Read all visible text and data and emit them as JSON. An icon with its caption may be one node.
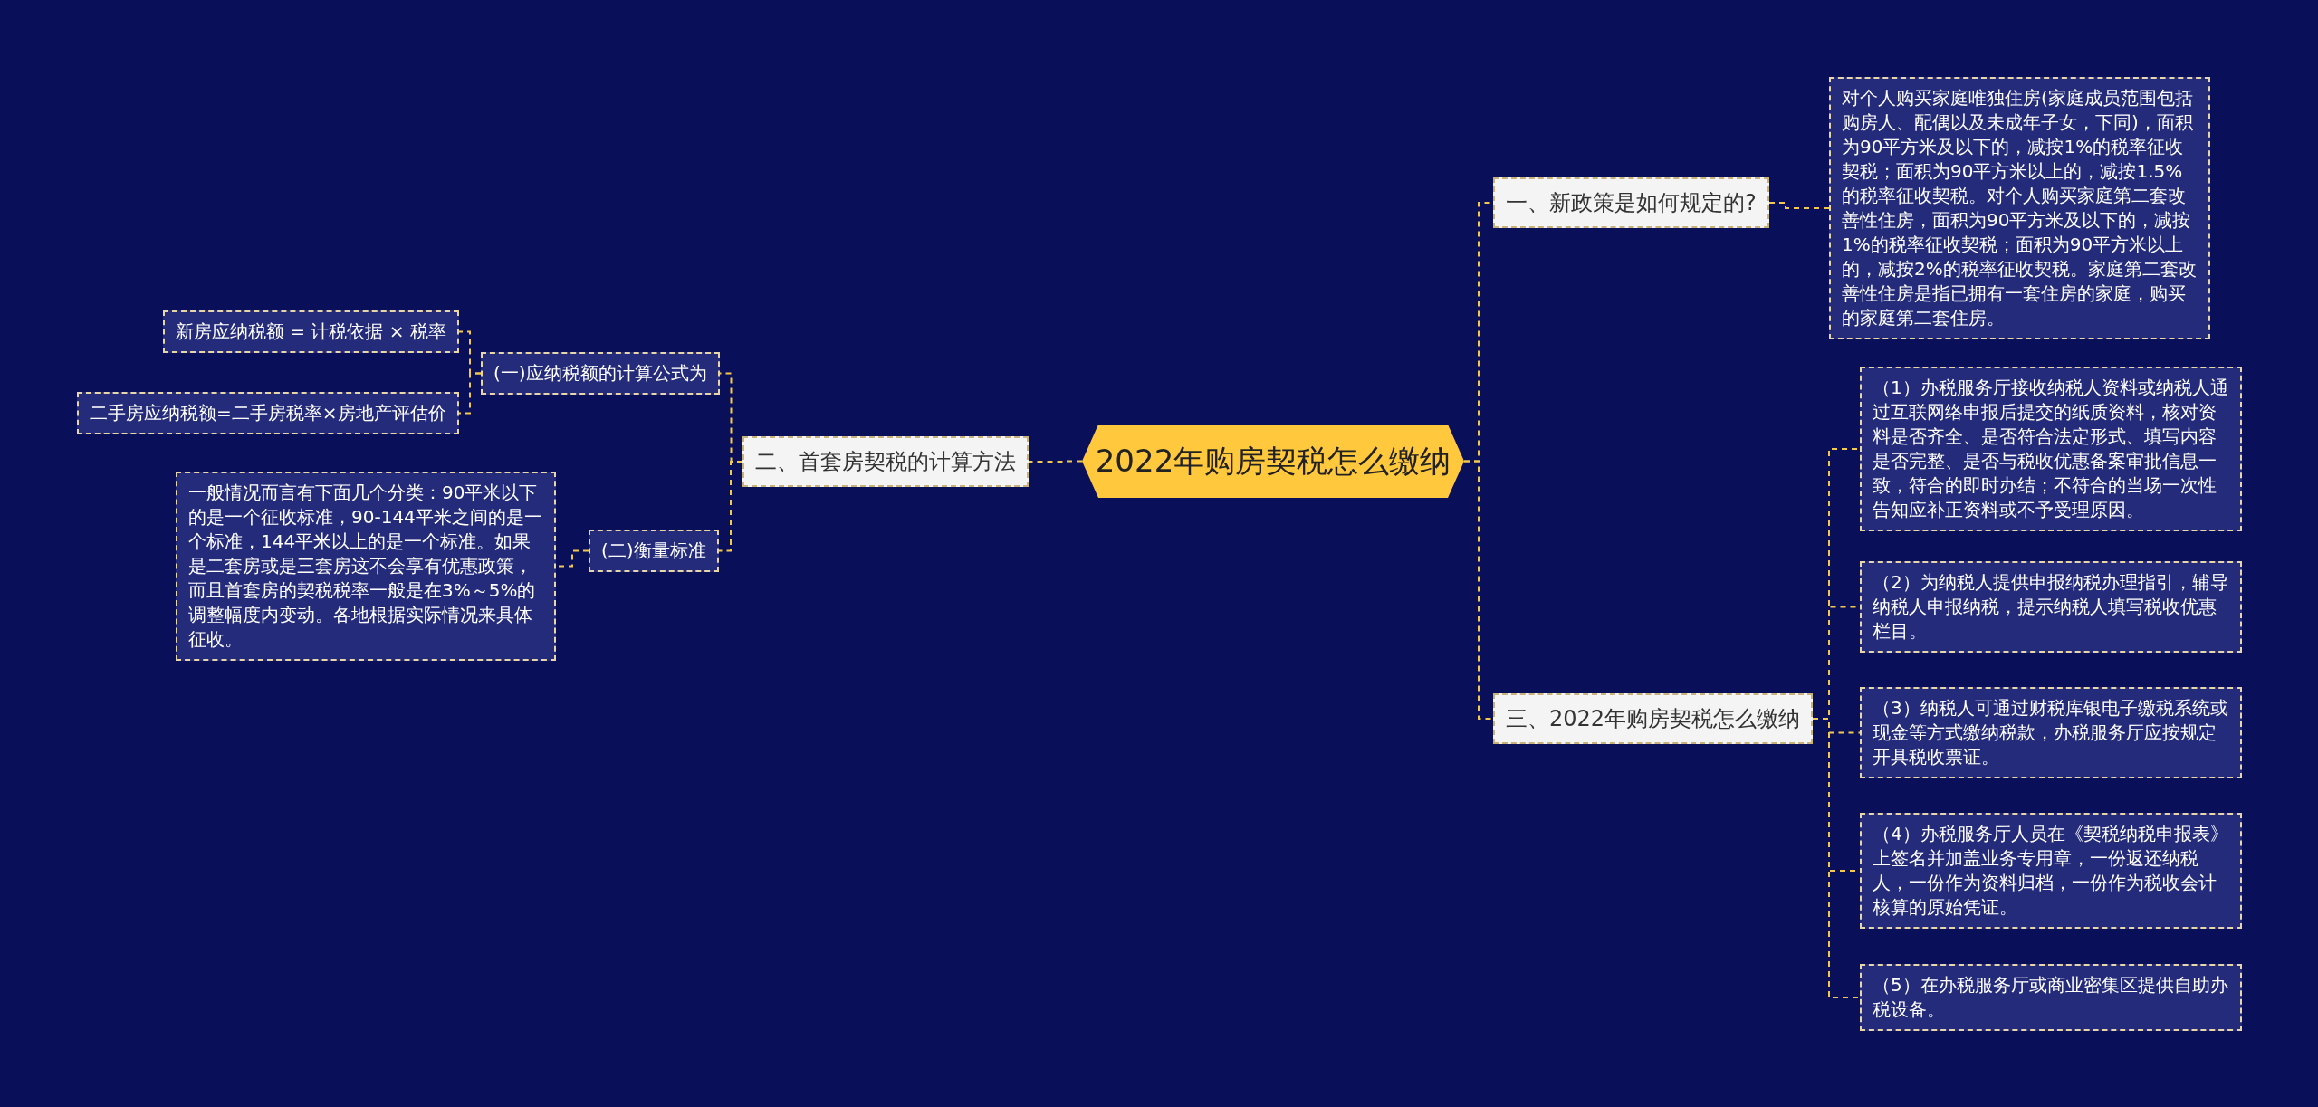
{
  "diagram": {
    "nodes": [
      {
        "text": [
          "2022年购房契税怎么缴纳"
        ]
      },
      {
        "text": [
          "一、新政策是如何规定的?"
        ]
      },
      {
        "text": [
          "对个人购买家庭唯独住房(家庭成员范围包括购房人、配偶以及未成年子女，下同)，面积为90平方米及以下的，减按1%的税率征收契税；面积为90平方米以上的，减按1.5%的税率征收契税。对个人购买家庭第二套改善性住房，面积为90平方米及以下的，减按1%的税率征收契税；面积为90平方米以上的，减按2%的税率征收契税。家庭第二套改善性住房是指已拥有一套住房的家庭，购买的家庭第二套住房。"
        ]
      },
      {
        "text": [
          "二、首套房契税的计算方法"
        ]
      },
      {
        "text": [
          "(一)应纳税额的计算公式为"
        ]
      },
      {
        "text": [
          "新房应纳税额 = 计税依据 × 税率"
        ]
      },
      {
        "text": [
          "二手房应纳税额=二手房税率×房地产评估价"
        ]
      },
      {
        "text": [
          "(二)衡量标准"
        ]
      },
      {
        "text": [
          "一般情况而言有下面几个分类：90平米以下的是一个征收标准，90-144平米之间的是一个标准，144平米以上的是一个标准。如果是二套房或是三套房这不会享有优惠政策，而且首套房的契税税率一般是在3%～5%的调整幅度内变动。各地根据实际情况来具体征收。"
        ]
      },
      {
        "text": [
          "三、2022年购房契税怎么缴纳"
        ]
      },
      {
        "text": [
          "（1）办税服务厅接收纳税人资料或纳税人通过互联网络申报后提交的纸质资料，核对资料是否齐全、是否符合法定形式、填写内容是否完整、是否与税收优惠备案审批信息一致，符合的即时办结；不符合的当场一次性告知应补正资料或不予受理原因。"
        ]
      },
      {
        "text": [
          "（2）为纳税人提供申报纳税办理指引，辅导纳税人申报纳税，提示纳税人填写税收优惠栏目。"
        ]
      },
      {
        "text": [
          "（3）纳税人可通过财税库银电子缴税系统或现金等方式缴纳税款，办税服务厅应按规定开具税收票证。"
        ]
      },
      {
        "text": [
          "（4）办税服务厅人员在《契税纳税申报表》上签名并加盖业务专用章，一份返还纳税人，一份作为资料归档，一份作为税收会计核算的原始凭证。"
        ]
      },
      {
        "text": [
          "（5）在办税服务厅或商业密集区提供自助办税设备。"
        ]
      }
    ],
    "edges": [
      {
        "from": 0,
        "to": 1,
        "arrow": "none"
      },
      {
        "from": 1,
        "to": 2,
        "arrow": "none"
      },
      {
        "from": 0,
        "to": 3,
        "arrow": "none"
      },
      {
        "from": 3,
        "to": 4,
        "arrow": "none"
      },
      {
        "from": 4,
        "to": 5,
        "arrow": "none"
      },
      {
        "from": 4,
        "to": 6,
        "arrow": "none"
      },
      {
        "from": 3,
        "to": 7,
        "arrow": "none"
      },
      {
        "from": 7,
        "to": 8,
        "arrow": "none"
      },
      {
        "from": 0,
        "to": 9,
        "arrow": "none"
      },
      {
        "from": 9,
        "to": 10,
        "arrow": "none"
      },
      {
        "from": 9,
        "to": 11,
        "arrow": "none"
      },
      {
        "from": 9,
        "to": 12,
        "arrow": "none"
      },
      {
        "from": 9,
        "to": 13,
        "arrow": "none"
      },
      {
        "from": 9,
        "to": 14,
        "arrow": "none"
      }
    ]
  }
}
